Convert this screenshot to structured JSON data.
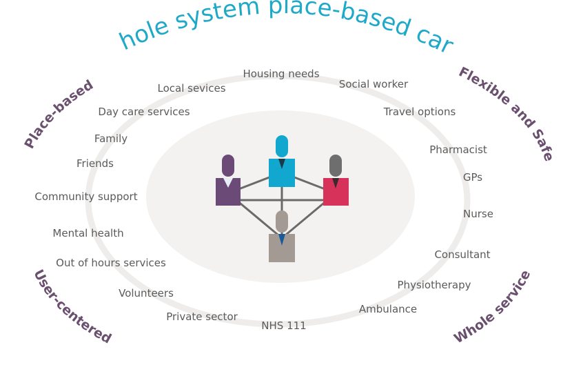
{
  "title": "Whole system place-based care",
  "corners": {
    "top_left": "Place-based",
    "top_right": "Flexible and Safe",
    "bottom_left": "User-centered",
    "bottom_right": "Whole service"
  },
  "services": {
    "housing_needs": "Housing needs",
    "local_sevices": "Local sevices",
    "social_worker": "Social worker",
    "day_care_services": "Day care services",
    "travel_options": "Travel options",
    "family": "Family",
    "pharmacist": "Pharmacist",
    "friends": "Friends",
    "gps": "GPs",
    "community_support": "Community support",
    "nurse": "Nurse",
    "mental_health": "Mental health",
    "consultant": "Consultant",
    "out_of_hours_services": "Out of hours services",
    "physiotherapy": "Physiotherapy",
    "volunteers": "Volunteers",
    "ambulance": "Ambulance",
    "private_sector": "Private sector",
    "nhs_111": "NHS 111"
  },
  "colors": {
    "title": "#1fa9c9",
    "corner_text": "#6b4f6f",
    "label_text": "#5a5a5a",
    "outer_ring": "#efedeb",
    "inner_ellipse": "#f3f2f1",
    "connector": "#6a6a6a",
    "person_purple": "#6b4a78",
    "person_blue": "#12a7cf",
    "person_red": "#d7325a",
    "person_grey": "#a39b93",
    "head_red_person": "#6e6e6e"
  },
  "icons": {
    "people": "people-network-icon"
  }
}
